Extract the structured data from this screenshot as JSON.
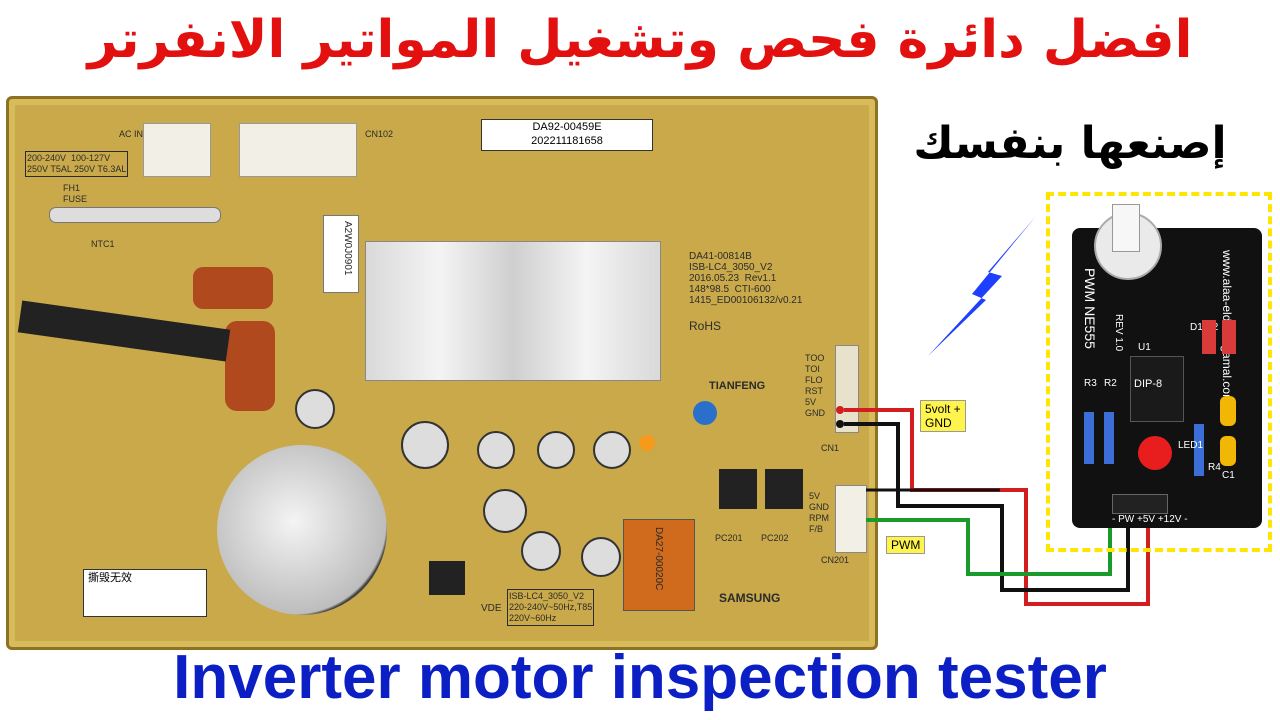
{
  "titles": {
    "arabic_main": "افضل دائرة فحص وتشغيل المواتير الانفرتر",
    "arabic_sub": "إصنعها بنفسك",
    "english": "Inverter motor inspection tester"
  },
  "annotations": {
    "power_tag_line1": "5volt +",
    "power_tag_line2": "GND",
    "pwm_tag": "PWM"
  },
  "pcb": {
    "part_label_line1": "DA92-00459E",
    "part_label_line2": "202211181658",
    "board_info": "DA41-00814B\nISB-LC4_3050_V2\n2016.05.23  Rev1.1\n148*98.5  CTI-600\n1415_ED00106132/v0.21",
    "rohs": "RoHS",
    "manufacturer": "TIANFENG",
    "brand": "SAMSUNG",
    "fuse_spec": "200-240V  100-127V\n250V T5AL 250V T6.3AL",
    "fuse_label": "FH1\nFUSE",
    "ac_in": "AC IN",
    "cn102": "CN102",
    "cn1_pins": "TOO\nTOI\nFLO\nRST\n5V\nGND",
    "cn1": "CN1",
    "cn201_pins": "5V\nGND\nRPM\nF/B",
    "cn201": "CN201",
    "vde_block": "ISB-LC4_3050_V2\n220-240V~50Hz,T85\n220V~60Hz",
    "vde": "VDE",
    "pc201": "PC201",
    "pc202": "PC202",
    "resistor_code": "A2W0J0901",
    "transformer_code": "DA27-00020C",
    "ntc": "NTC1",
    "sticker": "撕毁无效"
  },
  "module": {
    "website": "www.alaa-eldeen-gamal.com",
    "title": "PWM NE555",
    "rev": "REV 1.0",
    "chip": "DIP-8",
    "u1": "U1",
    "d1d2": "D1 D2",
    "r3": "R3",
    "r2": "R2",
    "r4": "R4",
    "led1": "LED1",
    "c1": "C1",
    "pins": "- PW  +5V  +12V  -"
  },
  "colors": {
    "title_red": "#e31010",
    "title_blue": "#0b1fc4",
    "wire_red": "#d21e1e",
    "wire_green": "#1a9a2a",
    "wire_black": "#111111",
    "dash_yellow": "#ffe600"
  }
}
